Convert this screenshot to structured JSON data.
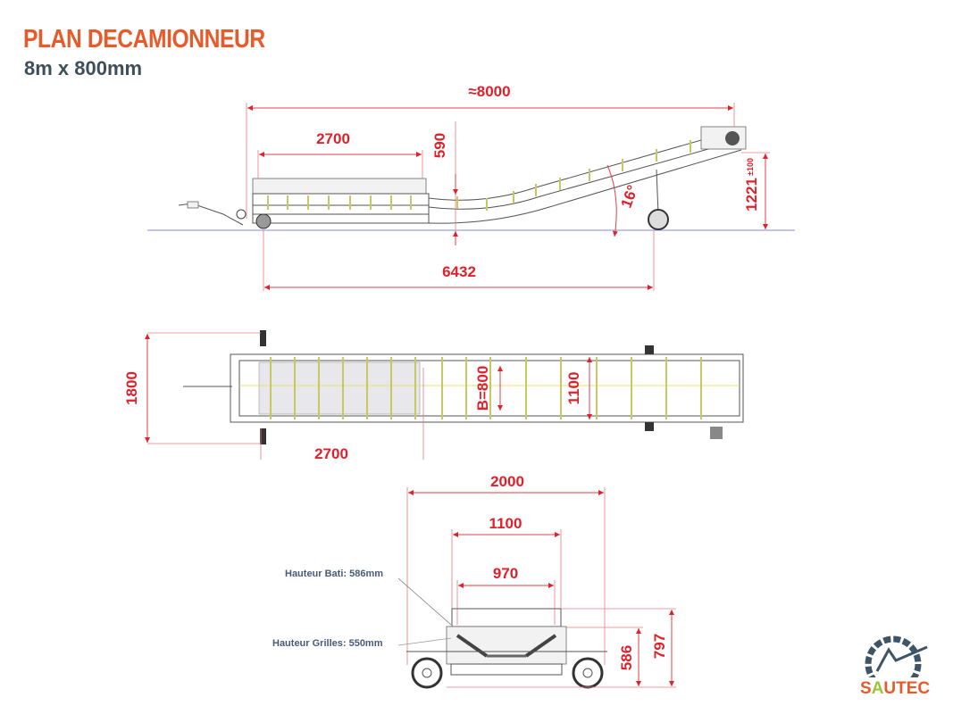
{
  "header": {
    "title": "PLAN DECAMIONNEUR",
    "subtitle": "8m x 800mm"
  },
  "side_view": {
    "total_length": "≈8000",
    "hopper_length": "2700",
    "hopper_height": "590",
    "wheelbase": "6432",
    "discharge_height": "1221",
    "discharge_tolerance": "±100",
    "angle": "16°"
  },
  "top_view": {
    "width": "1800",
    "hopper_length": "2700",
    "belt_width": "B=800",
    "frame_width": "1100"
  },
  "end_view": {
    "overall_width": "2000",
    "frame_width": "1100",
    "inner_width": "970",
    "height_frame": "586",
    "height_total": "797",
    "note_bati": "Hauteur Bati: 586mm",
    "note_grilles": "Hauteur Grilles: 550mm"
  },
  "logo": {
    "text": "SAUTEC",
    "colors": {
      "orange": "#e85a2a",
      "green": "#9bc43a",
      "gear": "#3e5566"
    }
  }
}
